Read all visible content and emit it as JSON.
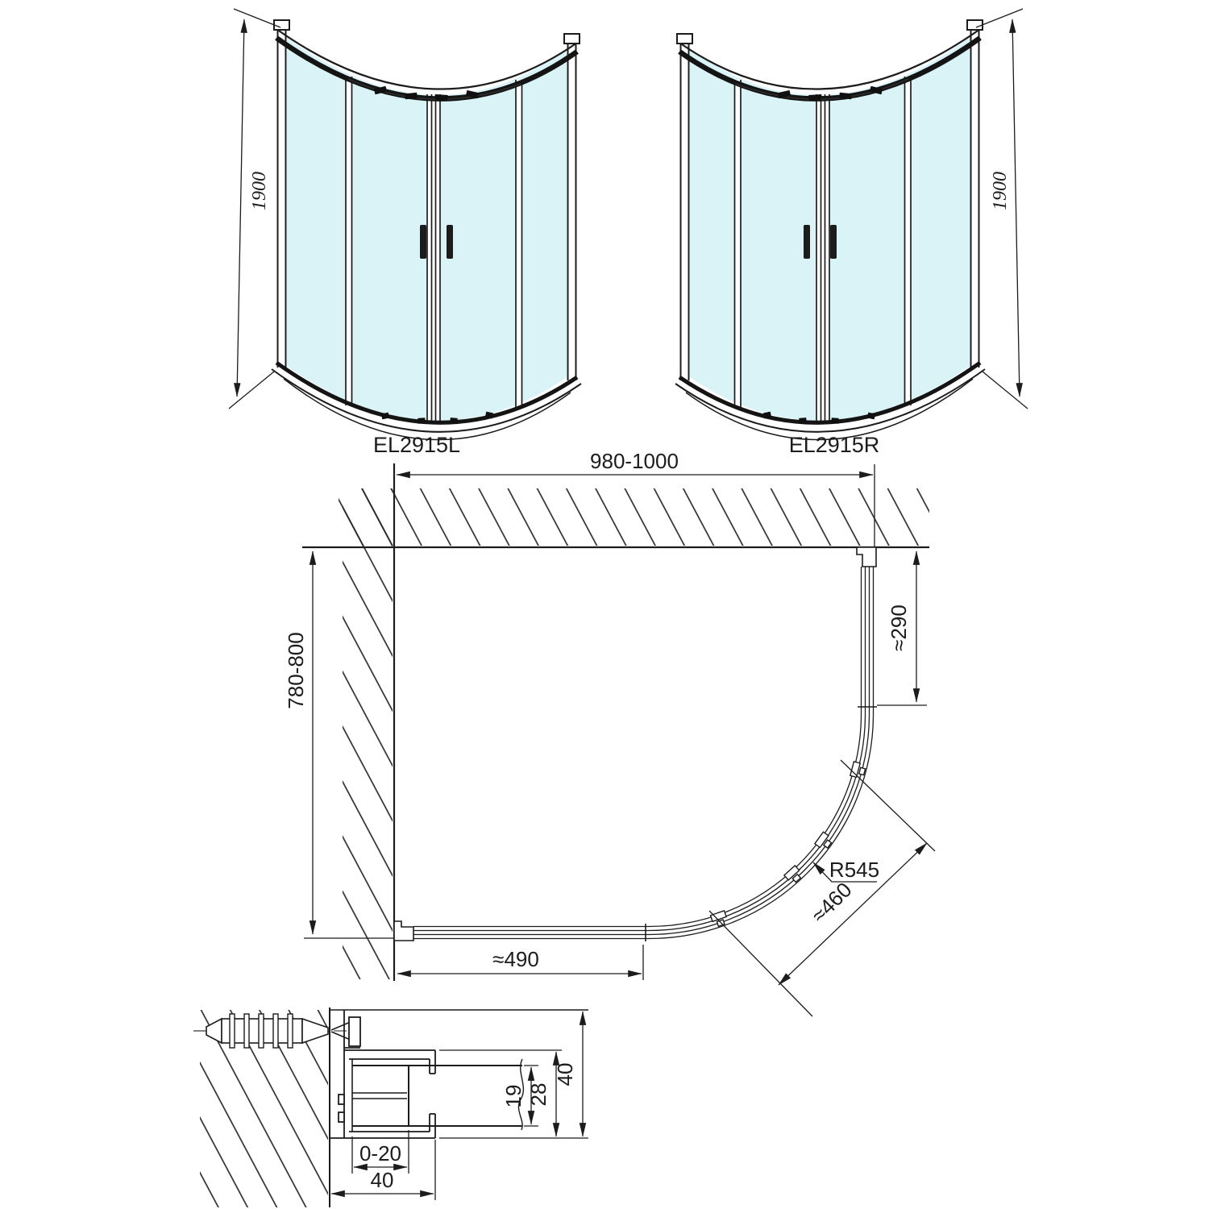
{
  "colors": {
    "glass": "#d9f3f7",
    "line": "#1c1c1c"
  },
  "front_left": {
    "label": "EL2915L",
    "height_dim": "1900"
  },
  "front_right": {
    "label": "EL2915R",
    "height_dim": "1900"
  },
  "plan": {
    "width_dim": "980-1000",
    "depth_dim": "780-800",
    "right_offset_dim": "≈290",
    "bottom_offset_dim": "≈490",
    "radius_dim": "R545",
    "entry_dim": "≈460"
  },
  "section": {
    "adjustment_dim": "0-20",
    "wall_profile_width_dim": "40",
    "glass_pocket_dim": "19",
    "profile_inner_dim": "28",
    "profile_depth_dim": "40"
  }
}
